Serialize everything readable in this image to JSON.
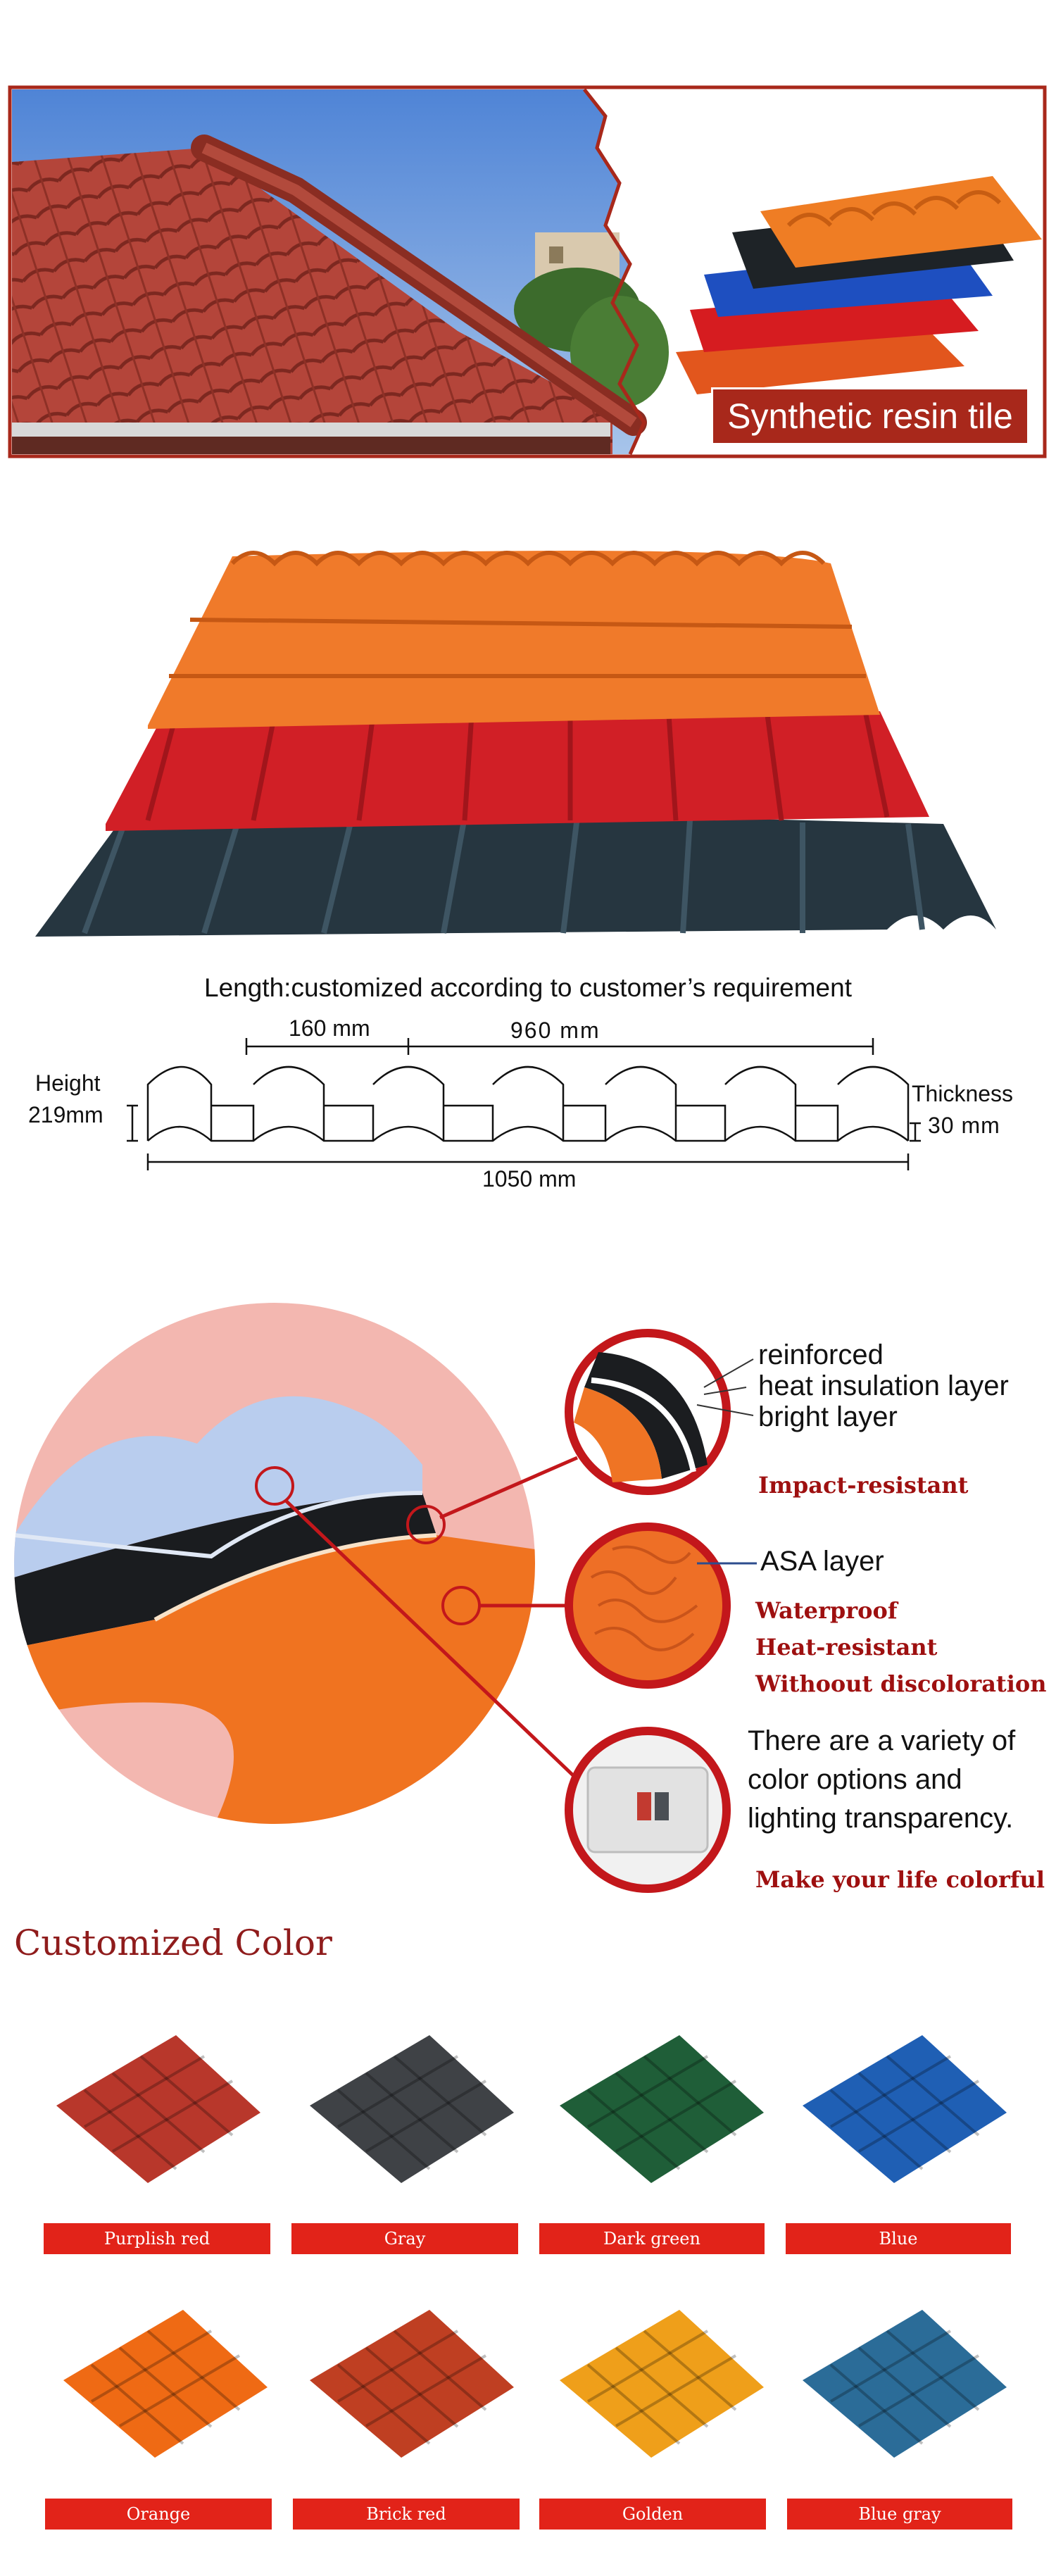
{
  "hero": {
    "badge": "Synthetic resin tile",
    "colors": {
      "frame": "#a8281b",
      "sky": "#6e96d6",
      "tile": "#b4453a"
    }
  },
  "dimensions": {
    "length_note": "Length:customized according to customer’s requirement",
    "width_160": "160 mm",
    "width_960": "960 mm",
    "width_1050": "1050 mm",
    "height_label": "Height",
    "height_value": "219mm",
    "thickness_label": "Thickness",
    "thickness_value": "30 mm"
  },
  "layers": {
    "reinforced": "reinforced",
    "heat_insulation": "heat insulation layer",
    "bright": "bright layer",
    "impact": "Impact-resistant",
    "asa": "ASA layer",
    "waterproof": "Waterproof",
    "heat_resistant": "Heat-resistant",
    "no_discoloration": "Withoout discoloration",
    "variety_1": "There are a variety of",
    "variety_2": "color options and",
    "variety_3": "lighting transparency.",
    "colorful": "Make your life colorful"
  },
  "customized": {
    "title": "Customized Color",
    "tiles": [
      {
        "label": "Purplish red",
        "color": "#b8372b"
      },
      {
        "label": "Gray",
        "color": "#3f4246"
      },
      {
        "label": "Dark green",
        "color": "#1f5e38"
      },
      {
        "label": "Blue",
        "color": "#1f5fb4"
      },
      {
        "label": "Orange",
        "color": "#ef6a14"
      },
      {
        "label": "Brick red",
        "color": "#bf3f22"
      },
      {
        "label": "Golden",
        "color": "#ef9f1a"
      },
      {
        "label": "Blue gray",
        "color": "#2b6c98"
      }
    ]
  }
}
